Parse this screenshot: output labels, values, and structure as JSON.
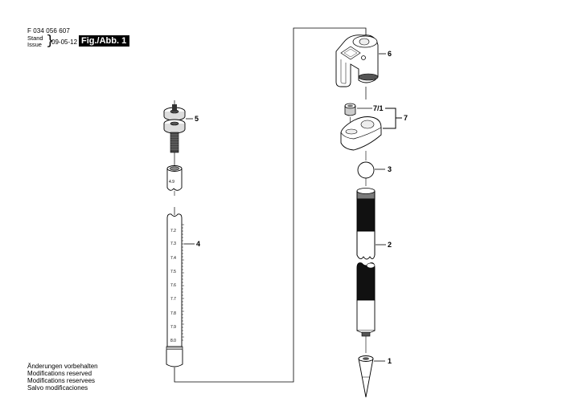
{
  "header": {
    "part_number": "F 034 056 607",
    "stand_label": "Stand",
    "issue_label": "Issue",
    "brace": "}",
    "date": "09-05-12",
    "figure_label": "Fig./Abb. 1"
  },
  "footer_notes": [
    "Änderungen vorbehalten",
    "Modifications reserved",
    "Modifications reservees",
    "Salvo modificaciones"
  ],
  "callouts": {
    "c1": "1",
    "c2": "2",
    "c3": "3",
    "c4": "4",
    "c5": "5",
    "c6": "6",
    "c7_1": "7/1",
    "c7": "7"
  },
  "scale_marks": {
    "coupler": "4.9",
    "rod": [
      "7.2",
      "7.3",
      "7.4",
      "7.5",
      "7.6",
      "7.7",
      "7.8",
      "7.9",
      "8.0"
    ]
  },
  "parts": [
    {
      "id": "1",
      "name": "pointed tip"
    },
    {
      "id": "2",
      "name": "threaded rod sections"
    },
    {
      "id": "3",
      "name": "ball"
    },
    {
      "id": "4",
      "name": "graduated extension rod"
    },
    {
      "id": "5",
      "name": "adjustment screw with nuts"
    },
    {
      "id": "6",
      "name": "clamp head"
    },
    {
      "id": "7/1",
      "name": "bushing"
    },
    {
      "id": "7",
      "name": "mount plate assembly"
    }
  ]
}
